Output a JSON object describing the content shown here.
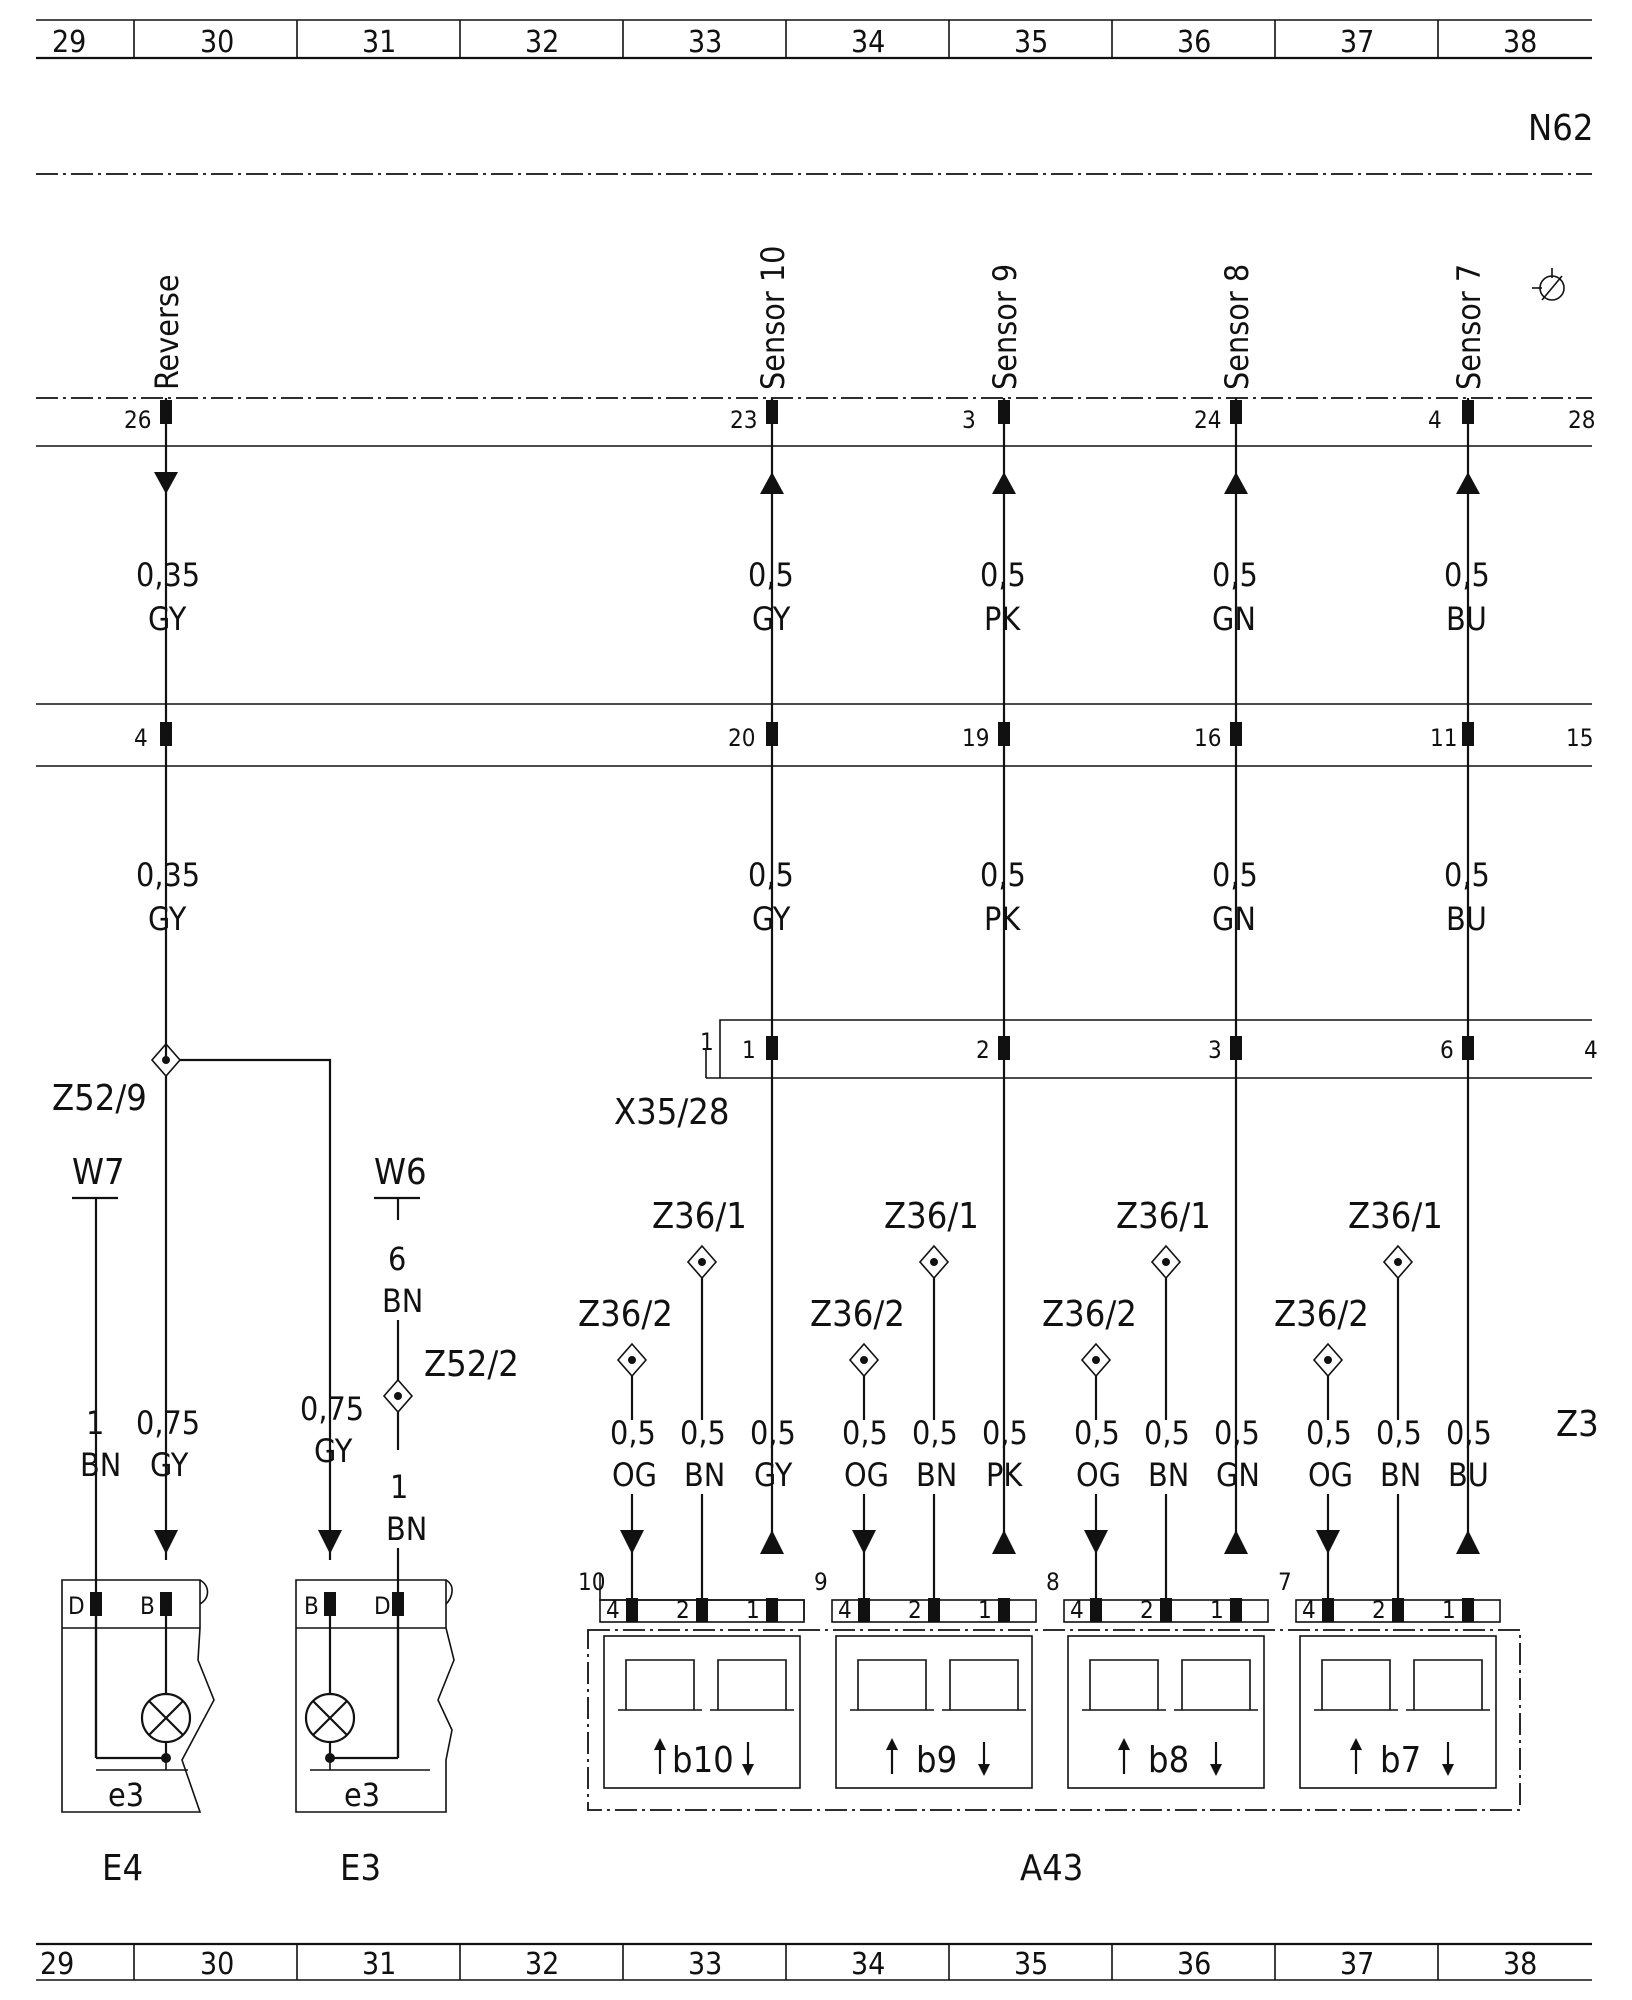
{
  "ruler_columns": [
    "29",
    "30",
    "31",
    "32",
    "33",
    "34",
    "35",
    "36",
    "37",
    "38"
  ],
  "module_label": "N62",
  "signal_labels": [
    "Reverse",
    "Sensor 10",
    "Sensor 9",
    "Sensor 8",
    "Sensor 7"
  ],
  "row1_pins": [
    "26",
    "23",
    "3",
    "24",
    "4",
    "28"
  ],
  "row2_pins": [
    "4",
    "20",
    "19",
    "16",
    "11",
    "15"
  ],
  "wires_upper": [
    {
      "size": "0,35",
      "color": "GY"
    },
    {
      "size": "0,5",
      "color": "GY"
    },
    {
      "size": "0,5",
      "color": "PK"
    },
    {
      "size": "0,5",
      "color": "GN"
    },
    {
      "size": "0,5",
      "color": "BU"
    }
  ],
  "wires_lower": [
    {
      "size": "0,35",
      "color": "GY"
    },
    {
      "size": "0,5",
      "color": "GY"
    },
    {
      "size": "0,5",
      "color": "PK"
    },
    {
      "size": "0,5",
      "color": "GN"
    },
    {
      "size": "0,5",
      "color": "BU"
    }
  ],
  "connector_x35": {
    "label": "X35/28",
    "pins": [
      "1",
      "1",
      "2",
      "3",
      "6",
      "4"
    ]
  },
  "splice_z52_9": "Z52/9",
  "splice_z52_2": "Z52/2",
  "ground_w7": "W7",
  "ground_w6": "W6",
  "w6_wire": {
    "size": "6",
    "color": "BN"
  },
  "z52_2_wire": {
    "size": "1",
    "color": "BN"
  },
  "e4_wires": [
    {
      "size": "1",
      "color": "BN"
    },
    {
      "size": "0,75",
      "color": "GY"
    }
  ],
  "e3_wires": [
    {
      "size": "0,75",
      "color": "GY"
    }
  ],
  "e4_pins": [
    "D",
    "B"
  ],
  "e3_pins": [
    "B",
    "D"
  ],
  "lamp_label": "e3",
  "component_e4": "E4",
  "component_e3": "E3",
  "splice_z36_1": "Z36/1",
  "splice_z36_2": "Z36/2",
  "sensors": [
    {
      "num": "10",
      "label": "b10",
      "wires": [
        {
          "size": "0,5",
          "color": "OG"
        },
        {
          "size": "0,5",
          "color": "BN"
        },
        {
          "size": "0,5",
          "color": "GY"
        }
      ]
    },
    {
      "num": "9",
      "label": "b9",
      "wires": [
        {
          "size": "0,5",
          "color": "OG"
        },
        {
          "size": "0,5",
          "color": "BN"
        },
        {
          "size": "0,5",
          "color": "PK"
        }
      ]
    },
    {
      "num": "8",
      "label": "b8",
      "wires": [
        {
          "size": "0,5",
          "color": "OG"
        },
        {
          "size": "0,5",
          "color": "BN"
        },
        {
          "size": "0,5",
          "color": "GN"
        }
      ]
    },
    {
      "num": "7",
      "label": "b7",
      "wires": [
        {
          "size": "0,5",
          "color": "OG"
        },
        {
          "size": "0,5",
          "color": "BN"
        },
        {
          "size": "0,5",
          "color": "BU"
        }
      ]
    }
  ],
  "sensor_pins": [
    "4",
    "2",
    "1"
  ],
  "component_a43": "A43",
  "edge_label_z": "Z3"
}
